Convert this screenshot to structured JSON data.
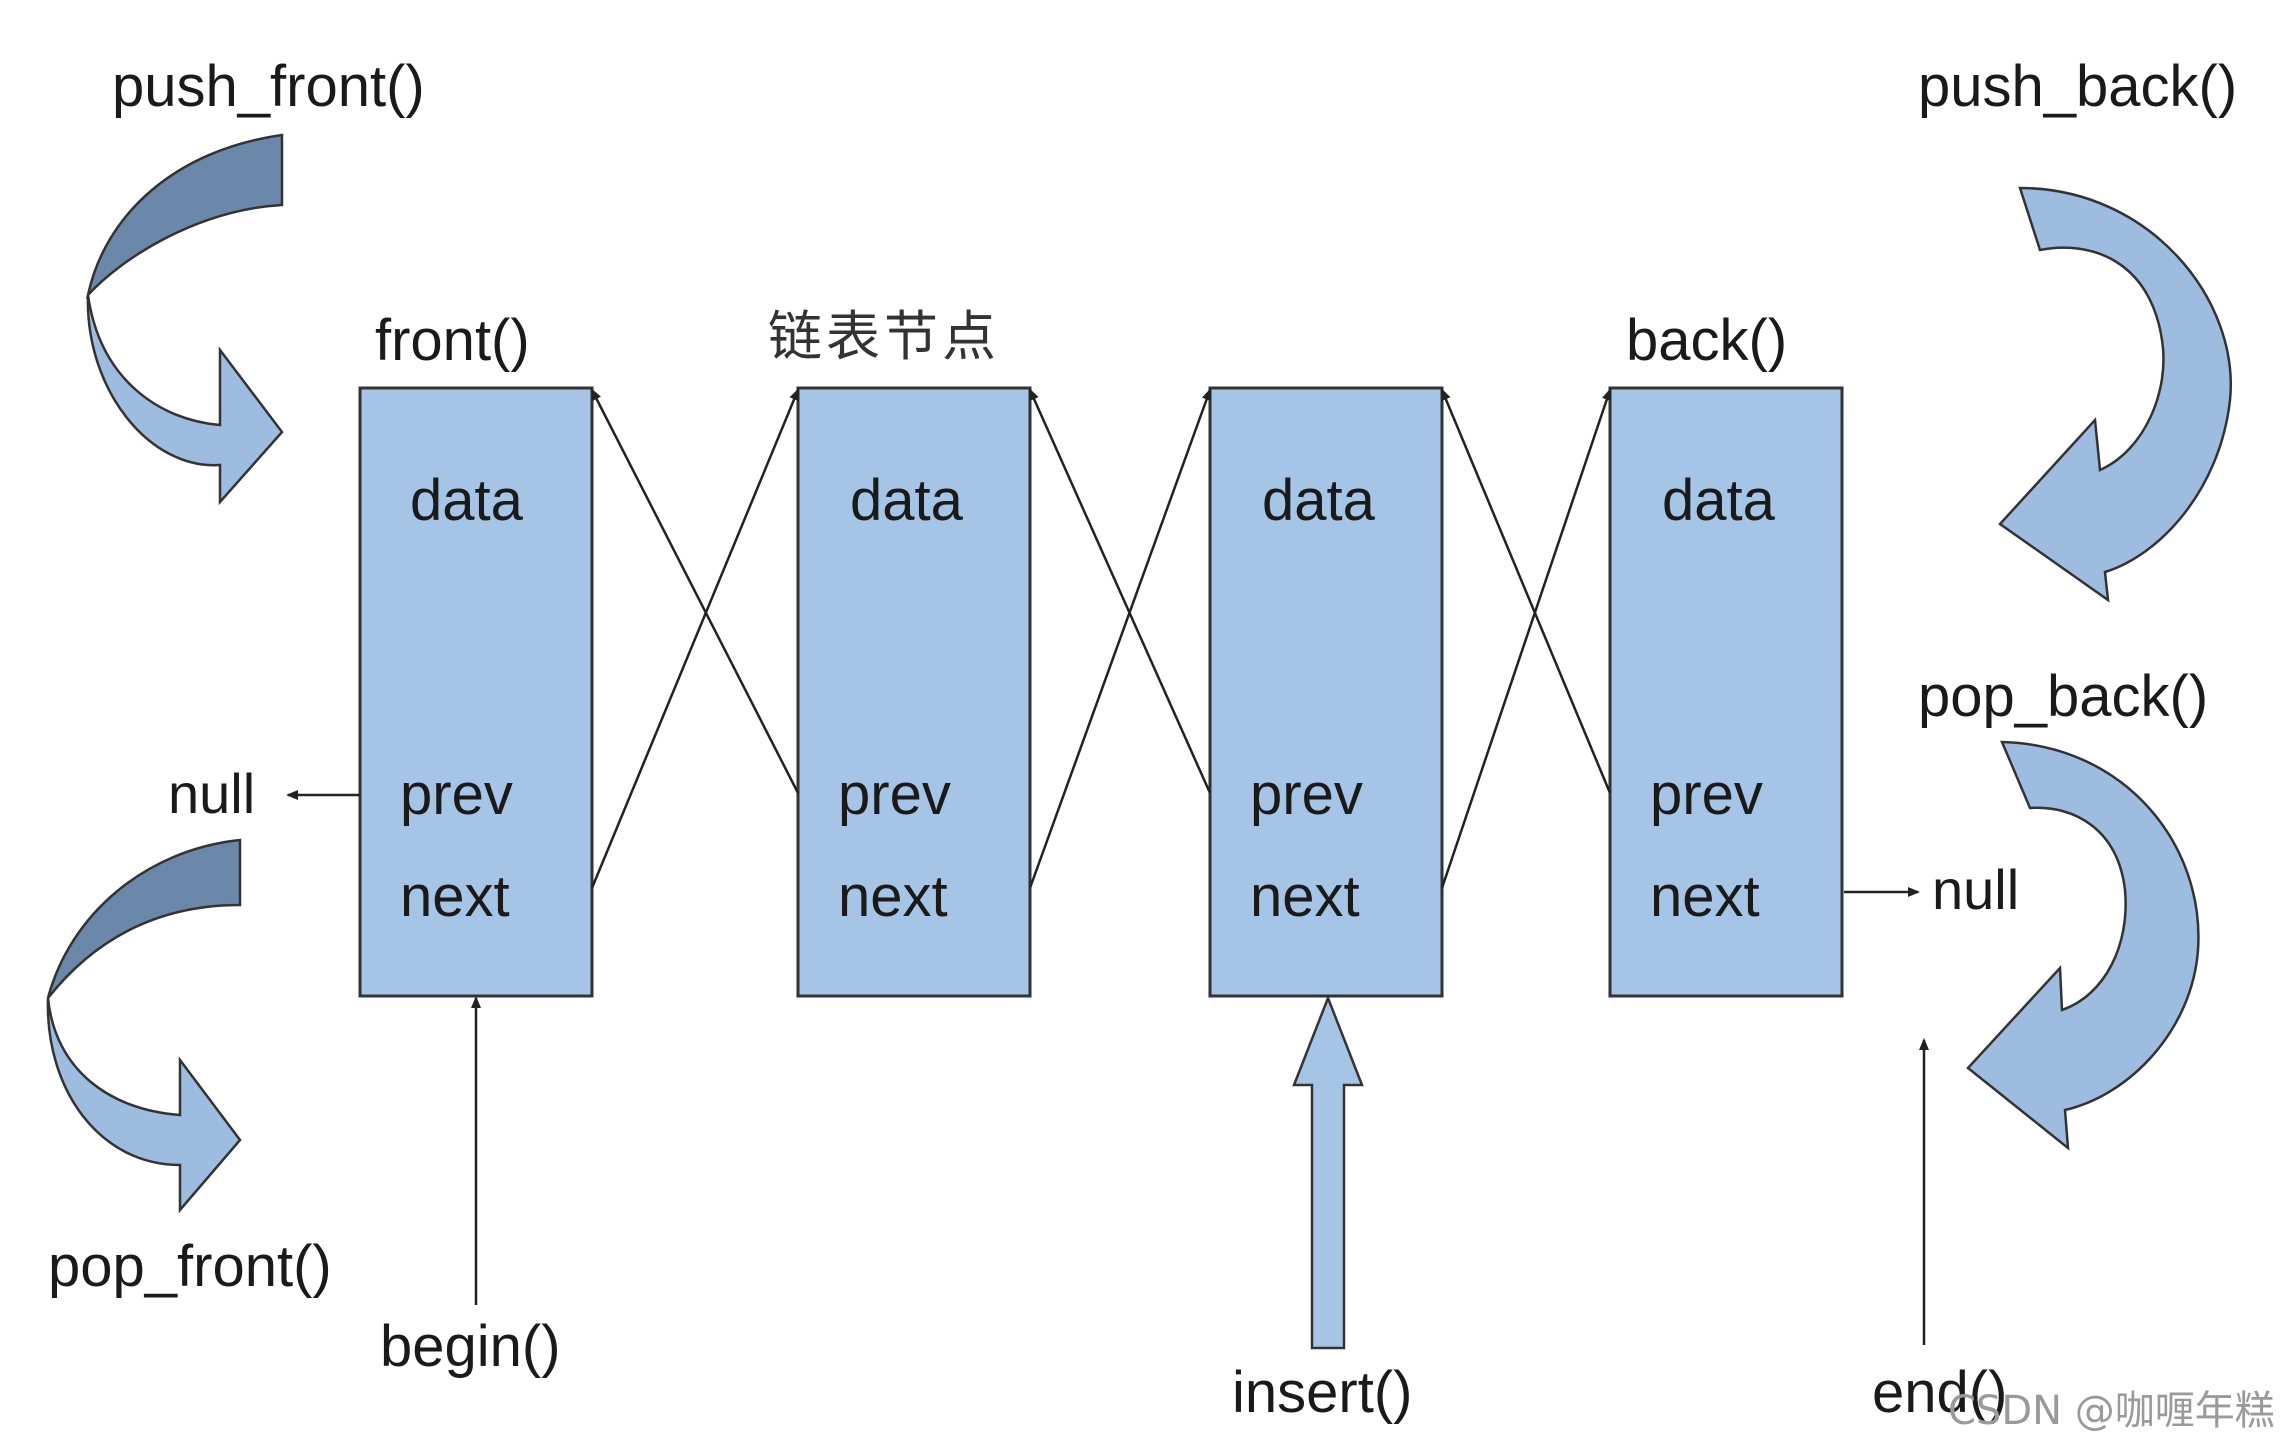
{
  "operations": {
    "push_front": "push_front()",
    "pop_front": "pop_front()",
    "push_back": "push_back()",
    "pop_back": "pop_back()"
  },
  "accessors": {
    "front": "front()",
    "back": "back()",
    "begin": "begin()",
    "end": "end()",
    "insert": "insert()"
  },
  "node_caption": "链表节点",
  "null_label": "null",
  "nodes": [
    {
      "data": "data",
      "prev": "prev",
      "next": "next"
    },
    {
      "data": "data",
      "prev": "prev",
      "next": "next"
    },
    {
      "data": "data",
      "prev": "prev",
      "next": "next"
    },
    {
      "data": "data",
      "prev": "prev",
      "next": "next"
    }
  ],
  "watermark": "CSDN @咖喱年糕",
  "colors": {
    "node_fill": "#a6c4e6",
    "node_stroke": "#333333",
    "arrow_fill": "#9ebbe0",
    "arrow_dark": "#6b88aa",
    "line": "#222222"
  }
}
